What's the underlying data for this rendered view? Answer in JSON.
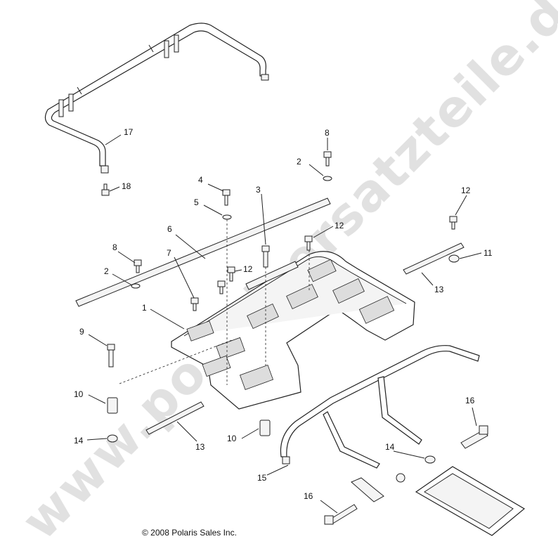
{
  "watermark": "www.polarisersatzteile.de",
  "copyright": "© 2008 Polaris Sales Inc.",
  "callouts": {
    "c1": "1",
    "c2a": "2",
    "c2b": "2",
    "c3": "3",
    "c4": "4",
    "c5": "5",
    "c6": "6",
    "c7": "7",
    "c8a": "8",
    "c8b": "8",
    "c9": "9",
    "c10a": "10",
    "c10b": "10",
    "c11": "11",
    "c12a": "12",
    "c12b": "12",
    "c12c": "12",
    "c13a": "13",
    "c13b": "13",
    "c14a": "14",
    "c14b": "14",
    "c15": "15",
    "c16a": "16",
    "c16b": "16",
    "c17": "17",
    "c18": "18"
  }
}
